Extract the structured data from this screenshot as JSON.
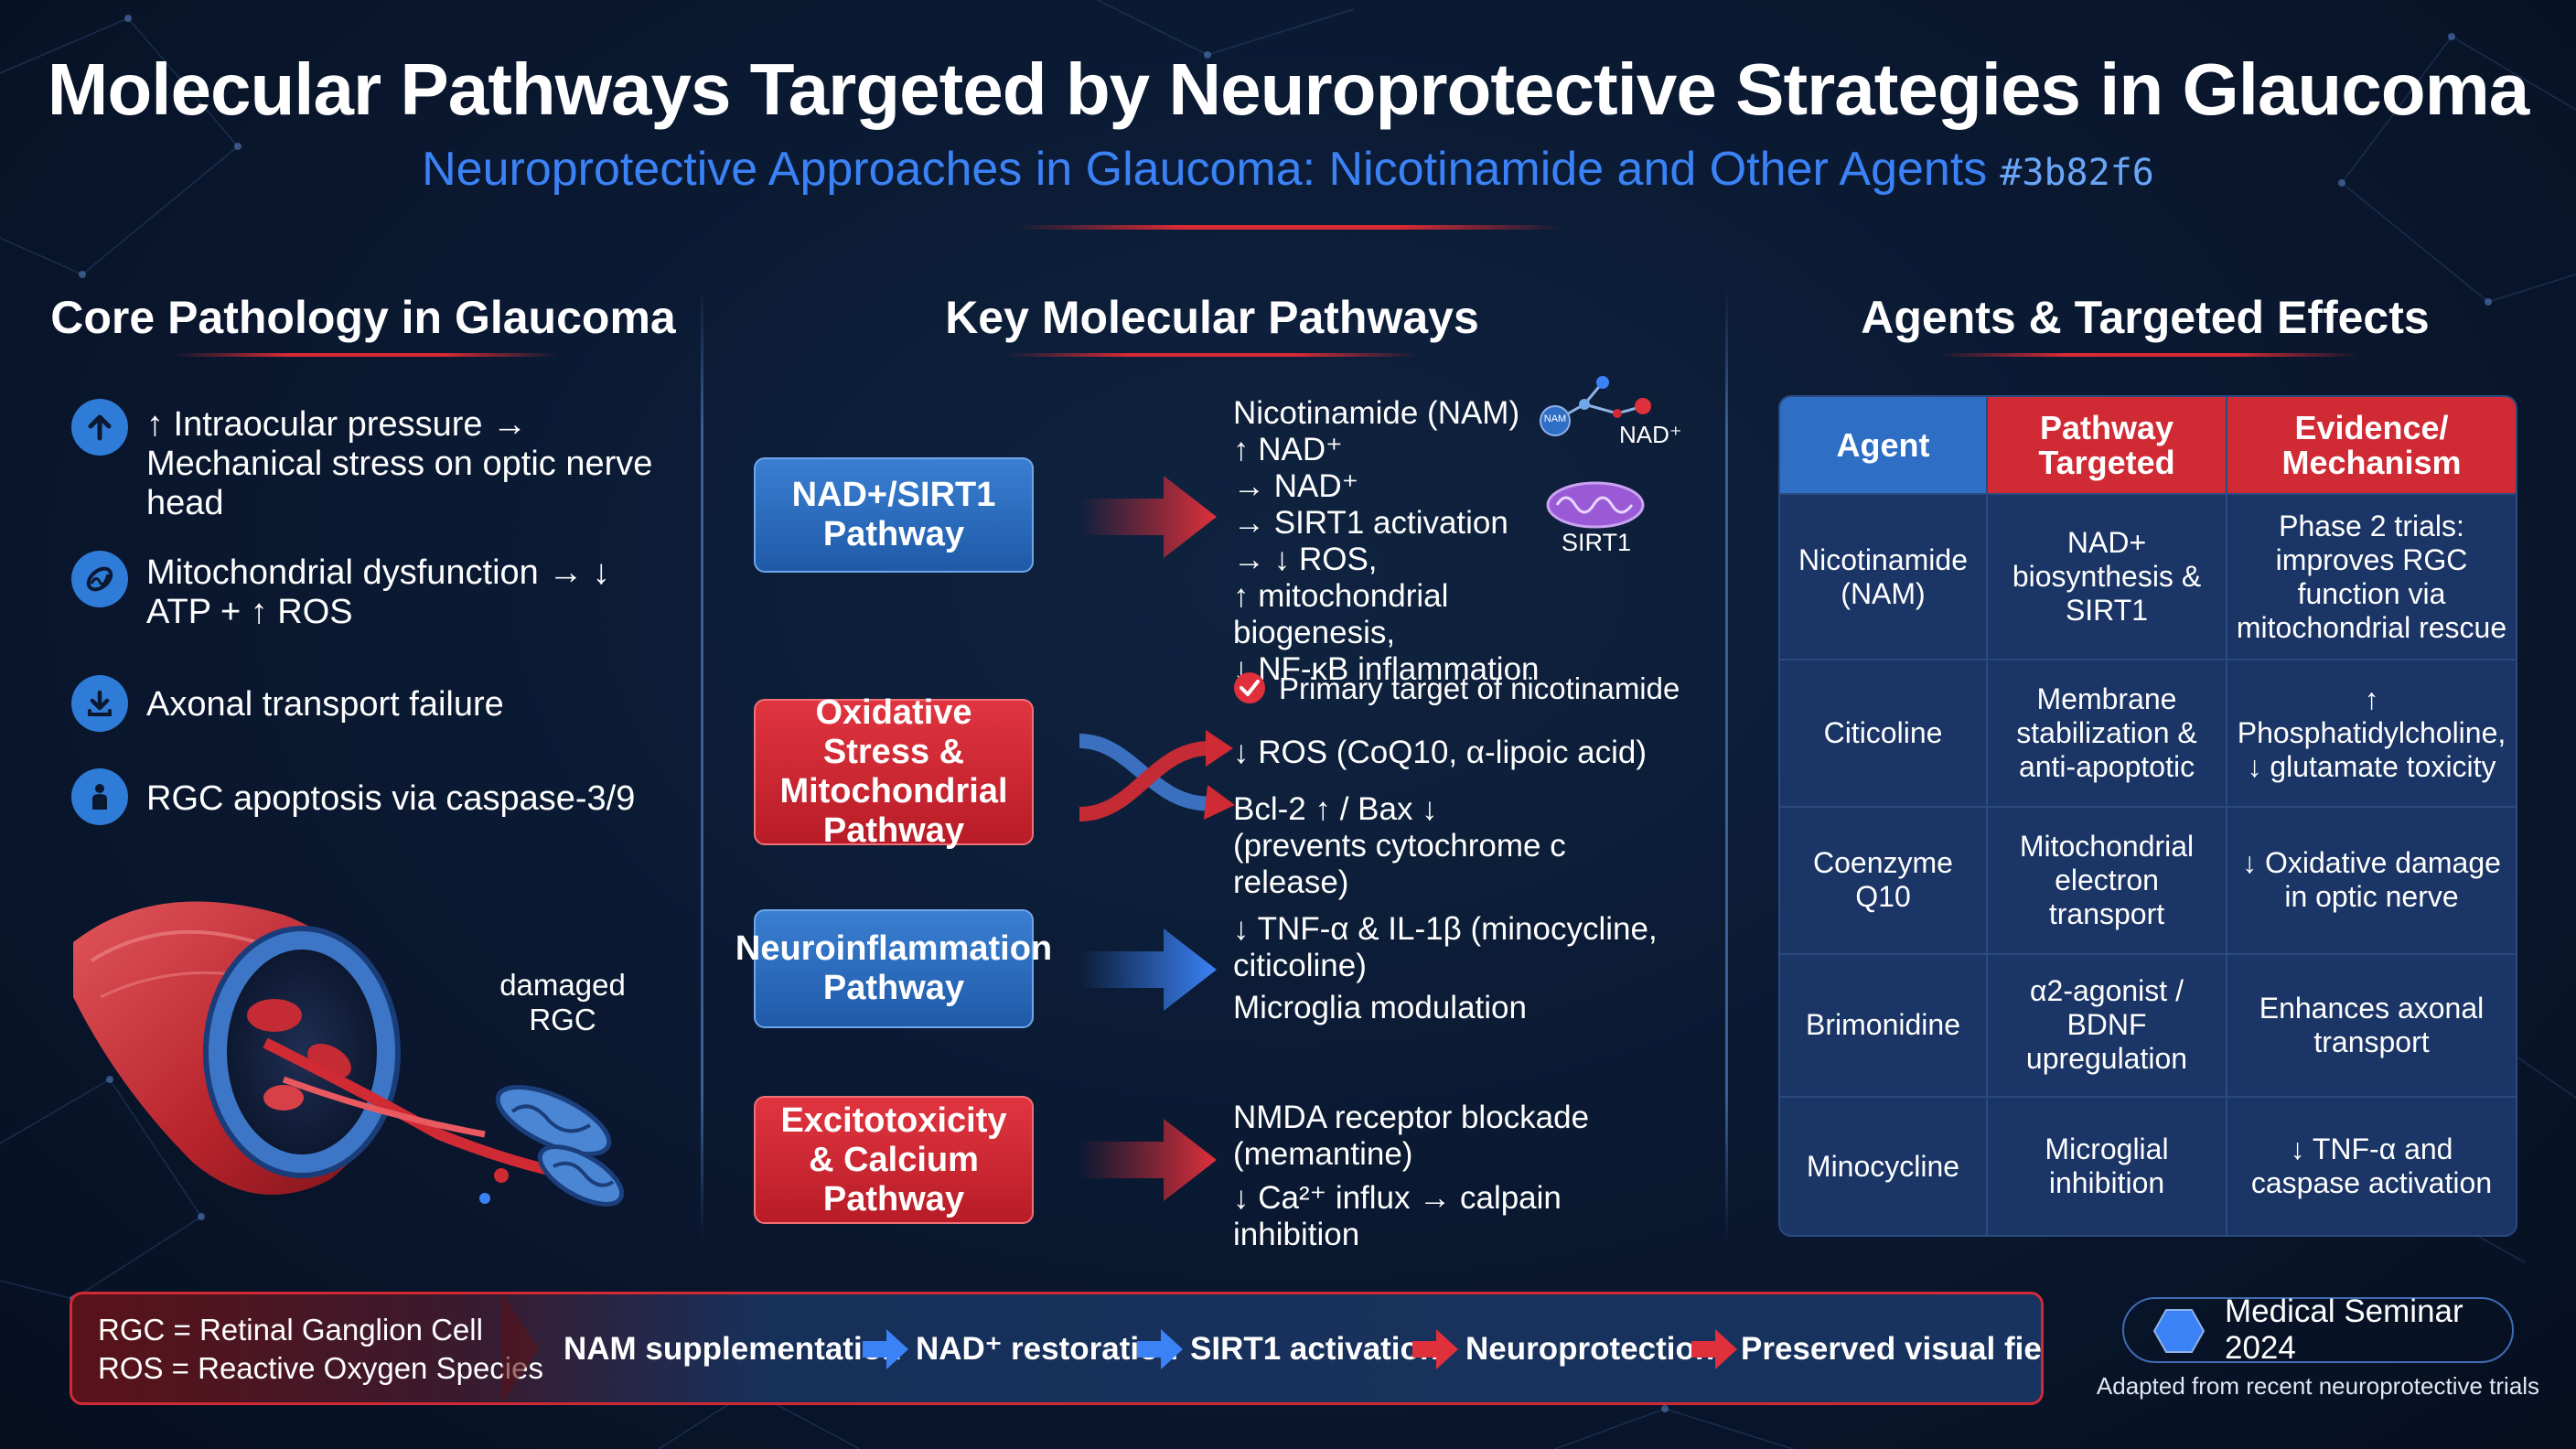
{
  "header": {
    "title": "Molecular Pathways Targeted by Neuroprotective Strategies in Glaucoma",
    "subtitle": "Neuroprotective Approaches in Glaucoma: Nicotinamide and Other Agents",
    "subtitle_code": "#3b82f6"
  },
  "colors": {
    "accent_blue": "#3b82f6",
    "box_blue": "#2a6ec4",
    "box_red": "#d02a35",
    "background": "#0a1830"
  },
  "left": {
    "heading": "Core Pathology in Glaucoma",
    "items": [
      {
        "icon": "arrow-up-icon",
        "text": "↑ Intraocular pressure → Mechanical stress on optic nerve head"
      },
      {
        "icon": "mitochondria-icon",
        "text": "Mitochondrial dysfunction → ↓ ATP + ↑ ROS"
      },
      {
        "icon": "download-icon",
        "text": "Axonal transport failure"
      },
      {
        "icon": "person-icon",
        "text": "RGC apoptosis via caspase-3/9"
      }
    ],
    "illustration_label": "damaged\nRGC"
  },
  "middle": {
    "heading": "Key Molecular Pathways",
    "pathways": [
      {
        "label": "NAD+/SIRT1 Pathway",
        "color": "blue",
        "lines": [
          "Nicotinamide (NAM)",
          "↑ NAD⁺",
          "→ NAD⁺",
          "→ SIRT1 activation",
          "→ ↓ ROS,",
          "↑ mitochondrial biogenesis,",
          "↓ NF-κB inflammation"
        ],
        "molecule_labels": {
          "nam": "NAM",
          "nad": "NAD⁺",
          "sirt": "SIRT1"
        },
        "note": "Primary target of nicotinamide"
      },
      {
        "label": "Oxidative Stress & Mitochondrial Pathway",
        "color": "red",
        "lines": [
          "↓ ROS (CoQ10, α-lipoic acid)",
          "Bcl-2 ↑ / Bax ↓",
          "(prevents cytochrome c release)"
        ]
      },
      {
        "label": "Neuroinflammation Pathway",
        "color": "blue",
        "lines": [
          "↓ TNF-α & IL-1β (minocycline,",
          "citicoline)",
          "Microglia modulation"
        ]
      },
      {
        "label": "Excitotoxicity & Calcium Pathway",
        "color": "red",
        "lines": [
          "NMDA receptor blockade",
          "(memantine)",
          "↓ Ca²⁺ influx → calpain inhibition"
        ]
      }
    ]
  },
  "right": {
    "heading": "Agents & Targeted Effects",
    "columns": [
      "Agent",
      "Pathway Targeted",
      "Evidence/ Mechanism"
    ],
    "rows": [
      [
        "Nicotinamide (NAM)",
        "NAD+ biosynthesis & SIRT1",
        "Phase 2 trials: improves RGC function via mitochondrial rescue"
      ],
      [
        "Citicoline",
        "Membrane stabilization & anti-apoptotic",
        "↑ Phosphatidylcholine, ↓ glutamate toxicity"
      ],
      [
        "Coenzyme Q10",
        "Mitochondrial electron transport",
        "↓ Oxidative damage in optic nerve"
      ],
      [
        "Brimonidine",
        "α2-agonist / BDNF upregulation",
        "Enhances axonal transport"
      ],
      [
        "Minocycline",
        "Microglial inhibition",
        "↓ TNF-α and caspase activation"
      ]
    ]
  },
  "footer": {
    "abbreviations": [
      "RGC = Retinal Ganglion Cell",
      "ROS = Reactive Oxygen Species"
    ],
    "flow": [
      "NAM supplementation",
      "NAD⁺ restoration",
      "SIRT1 activation",
      "Neuroprotection",
      "Preserved visual field"
    ],
    "seminar": "Medical Seminar 2024",
    "adapted": "Adapted from recent neuroprotective trials"
  }
}
